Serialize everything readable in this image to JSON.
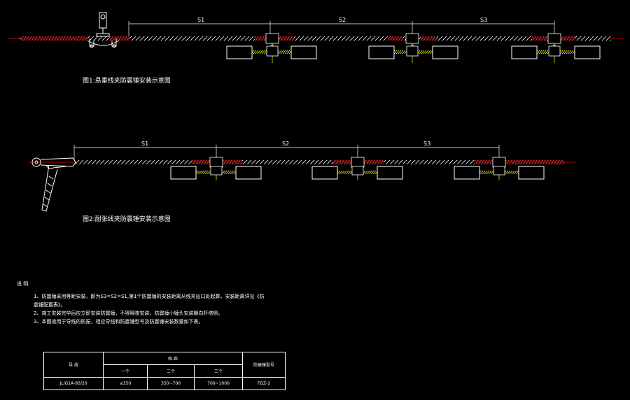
{
  "figures": [
    {
      "caption": "图1:悬垂线夹防震锤安装示意图",
      "spans": [
        "S1",
        "S2",
        "S3"
      ]
    },
    {
      "caption": "图2:耐张线夹防震锤安装示意图",
      "spans": [
        "S1",
        "S2",
        "S3"
      ]
    }
  ],
  "notes": {
    "title": "说 明",
    "items": [
      "1、防震锤采用等距安装，即为S3=S2=S1,第1个防震锤的安装距离从线夹出口处起算，安装距离详见《防",
      "   震锤配置表》。",
      "2、施工安装完毕后应立即安装防震锤，不得隔夜安装，防震锤小锤头安装朝向杆塔侧。",
      "3、本图适用于导线的防振，相应导线和防震锤型号及防震锤安装数量如下表。"
    ]
  },
  "table": {
    "h_conductor": "导 线",
    "h_span": "档 距",
    "h_one": "一个",
    "h_two": "二个",
    "h_three": "三个",
    "h_model": "防振锤型号",
    "conductor": "JL/G1A-95/20",
    "one": "≤350",
    "two": "350~700",
    "three": "700~1000",
    "model": "FDZ-2"
  },
  "colors": {
    "background": "#000000",
    "line": "#ffffff",
    "centerline": "#ff0000",
    "clamp": "#ff3333",
    "damper_rod": "#ffff00"
  }
}
